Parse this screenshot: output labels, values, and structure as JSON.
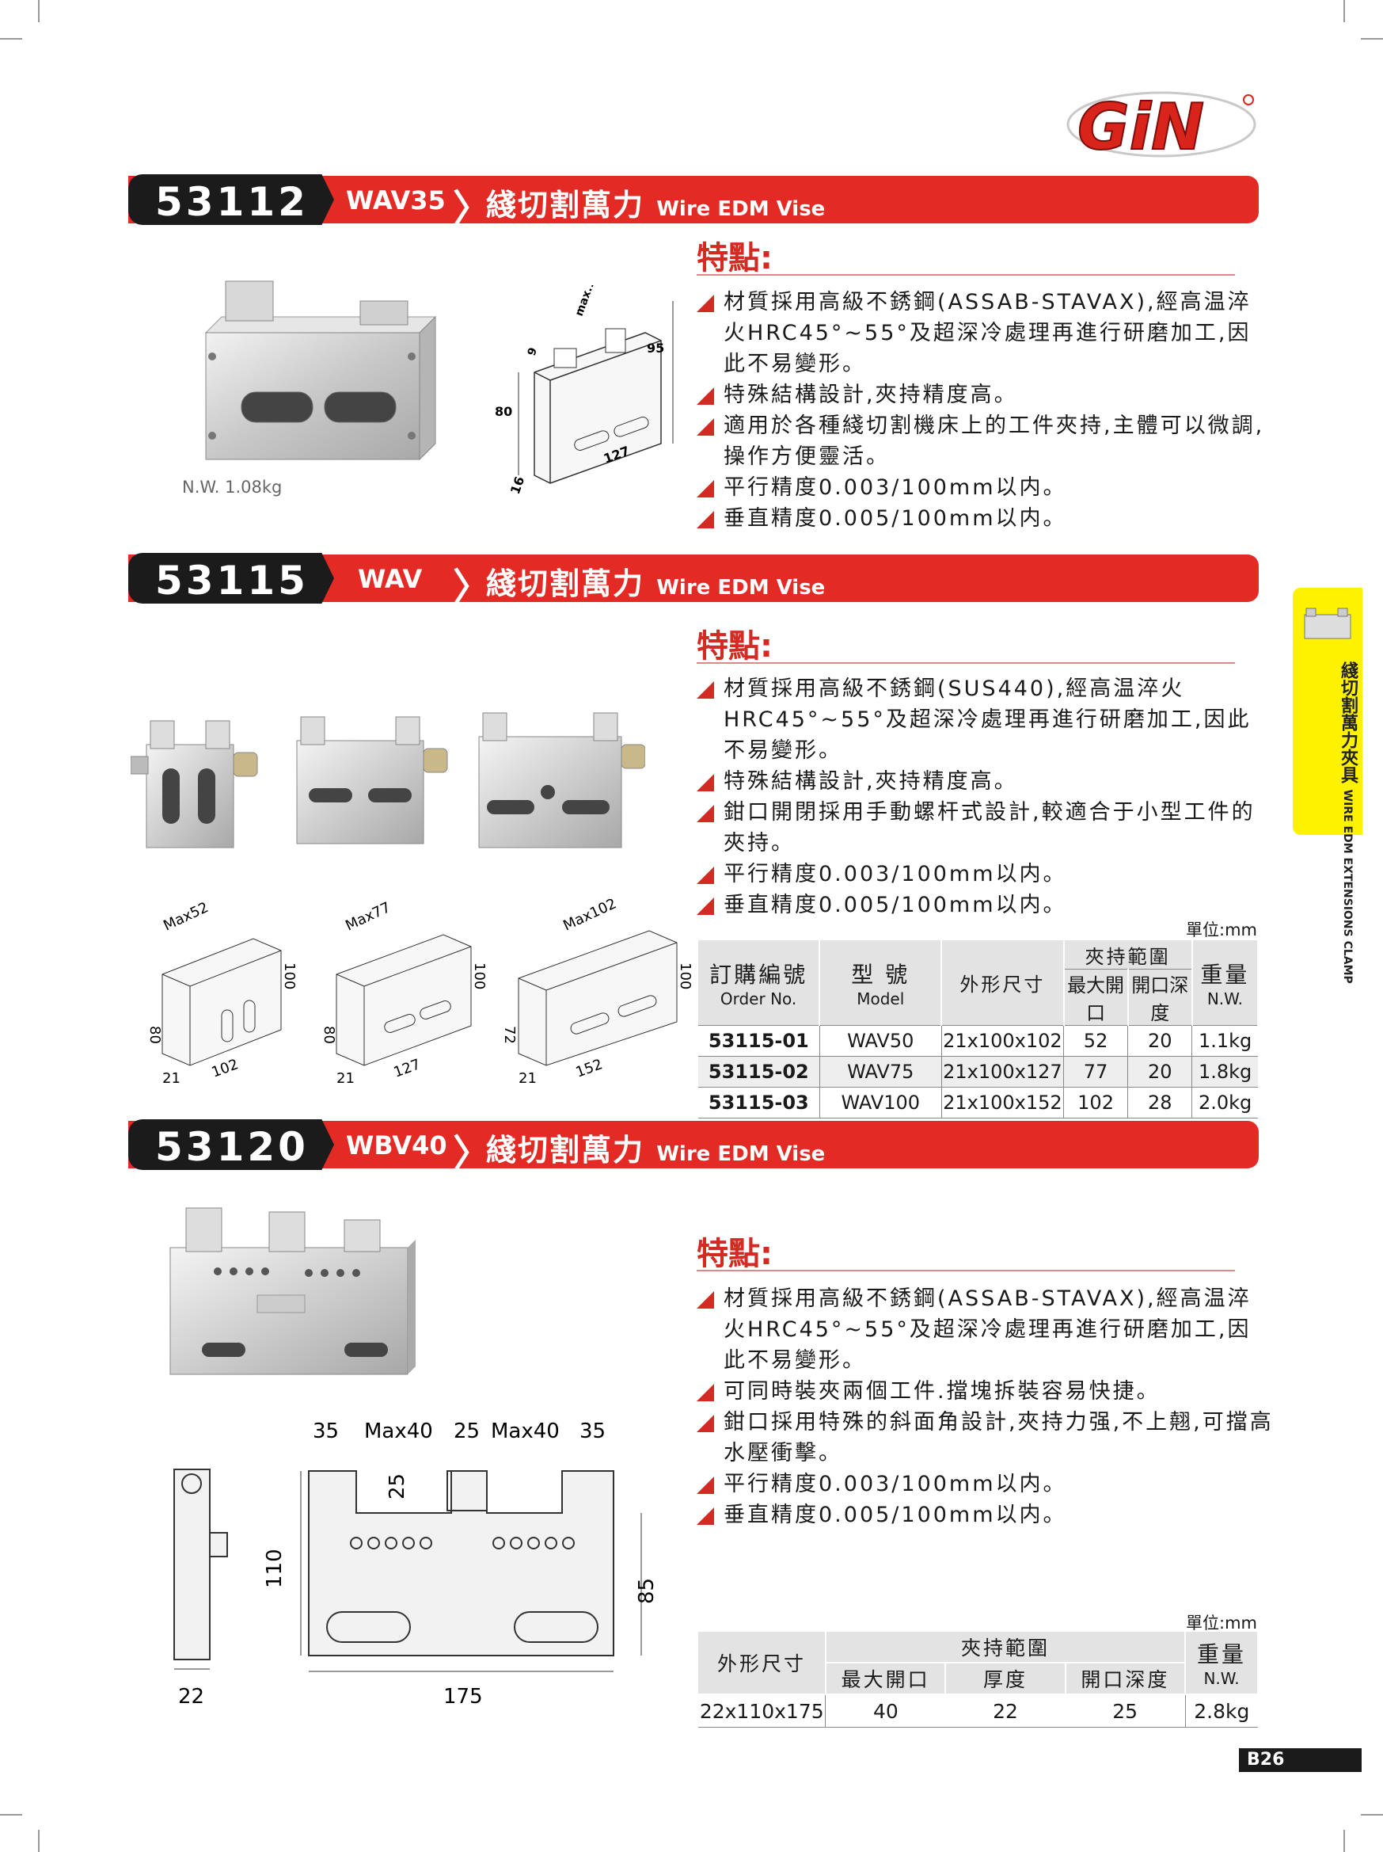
{
  "brand": "GiN",
  "page_number": "B26",
  "side_tab": {
    "zh": "綫切割萬力夾具",
    "en": "WIRE EDM EXTENSIONS CLAMP"
  },
  "sections": [
    {
      "code": "53112",
      "model": "WAV35",
      "title_zh": "綫切割萬力",
      "title_en": "Wire EDM Vise",
      "features_title": "特點:",
      "features": [
        "材質採用高級不銹鋼(ASSAB-STAVAX),經高温淬火HRC45°~55°及超深冷處理再進行研磨加工,因此不易變形。",
        "特殊結構設計,夾持精度高。",
        "適用於各種綫切割機床上的工件夾持,主體可以微調,操作方便靈活。",
        "平行精度0.003/100mm以内。",
        "垂直精度0.005/100mm以内。"
      ],
      "net_weight": "N.W. 1.08kg",
      "dims": {
        "h": "80",
        "total": "95",
        "w": "127",
        "t": "16",
        "max": "max.10",
        "c": "9"
      }
    },
    {
      "code": "53115",
      "model": "WAV",
      "title_zh": "綫切割萬力",
      "title_en": "Wire EDM Vise",
      "features_title": "特點:",
      "features": [
        "材質採用高級不銹鋼(SUS440),經高温淬火HRC45°~55°及超深冷處理再進行研磨加工,因此不易變形。",
        "特殊結構設計,夾持精度高。",
        "鉗口開閉採用手動螺杆式設計,較適合于小型工件的夾持。",
        "平行精度0.003/100mm以内。",
        "垂直精度0.005/100mm以内。"
      ],
      "unit": "單位:mm",
      "table": {
        "headers": {
          "order_zh": "訂購編號",
          "order_en": "Order No.",
          "model_zh": "型 號",
          "model_en": "Model",
          "size": "外形尺寸",
          "clamp": "夾持範圍",
          "max_open": "最大開口",
          "depth": "開口深度",
          "weight_zh": "重量",
          "weight_en": "N.W."
        },
        "rows": [
          {
            "order": "53115-01",
            "model": "WAV50",
            "size": "21x100x102",
            "max": "52",
            "depth": "20",
            "nw": "1.1kg"
          },
          {
            "order": "53115-02",
            "model": "WAV75",
            "size": "21x100x127",
            "max": "77",
            "depth": "20",
            "nw": "1.8kg"
          },
          {
            "order": "53115-03",
            "model": "WAV100",
            "size": "21x100x152",
            "max": "102",
            "depth": "28",
            "nw": "2.0kg"
          }
        ]
      },
      "drawings": [
        {
          "max": "Max52",
          "h": "80",
          "hh": "100",
          "w": "102",
          "t": "21"
        },
        {
          "max": "Max77",
          "h": "80",
          "hh": "100",
          "w": "127",
          "t": "21"
        },
        {
          "max": "Max102",
          "h": "72",
          "hh": "100",
          "w": "152",
          "t": "21"
        }
      ]
    },
    {
      "code": "53120",
      "model": "WBV40",
      "title_zh": "綫切割萬力",
      "title_en": "Wire EDM Vise",
      "features_title": "特點:",
      "features": [
        "材質採用高級不銹鋼(ASSAB-STAVAX),經高温淬火HRC45°~55°及超深冷處理再進行研磨加工,因此不易變形。",
        "可同時裝夾兩個工件.擋塊拆裝容易快捷。",
        "鉗口採用特殊的斜面角設計,夾持力强,不上翹,可擋高水壓衝擊。",
        "平行精度0.003/100mm以内。",
        "垂直精度0.005/100mm以内。"
      ],
      "unit": "單位:mm",
      "table": {
        "headers": {
          "size": "外形尺寸",
          "clamp": "夾持範圍",
          "max_open": "最大開口",
          "thick": "厚度",
          "depth": "開口深度",
          "weight_zh": "重量",
          "weight_en": "N.W."
        },
        "row": {
          "size": "22x110x175",
          "max": "40",
          "thick": "22",
          "depth": "25",
          "nw": "2.8kg"
        }
      },
      "drawing": {
        "top": [
          "35",
          "Max40",
          "25",
          "Max40",
          "35"
        ],
        "jaw": "25",
        "h": "110",
        "h2": "85",
        "w": "175",
        "t": "22"
      }
    }
  ],
  "colors": {
    "accent": "#e42a24",
    "dark": "#1b1b1b",
    "tab": "#fff200"
  }
}
